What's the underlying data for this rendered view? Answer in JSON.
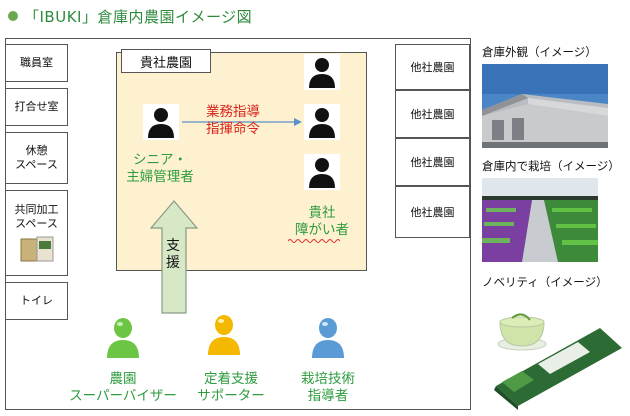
{
  "title": "「IBUKI」倉庫内農園イメージ図",
  "rooms": [
    {
      "label": "職員室"
    },
    {
      "label": "打合せ室"
    },
    {
      "label": "休憩\nスペース"
    },
    {
      "label": "共同加工\nスペース"
    },
    {
      "label": "トイレ"
    }
  ],
  "farm": {
    "label": "貴社農園"
  },
  "other_farms": [
    "他社農園",
    "他社農園",
    "他社農園",
    "他社農園"
  ],
  "roles": {
    "senior": "シニア・\n主婦管理者",
    "instruction": "業務指導\n指揮命令",
    "disabled": "貴社\n障がい者",
    "support": "支\n援"
  },
  "staff": [
    {
      "label": "農園\nスーパーバイザー",
      "color": "#6cc644"
    },
    {
      "label": "定着支援\nサポーター",
      "color": "#f5b800"
    },
    {
      "label": "栽培技術\n指導者",
      "color": "#5b9bd5"
    }
  ],
  "photos": [
    {
      "caption": "倉庫外観（イメージ）"
    },
    {
      "caption": "倉庫内で栽培（イメージ）"
    },
    {
      "caption": "ノベリティ（イメージ）"
    }
  ],
  "colors": {
    "accent_green": "#2e9b3f",
    "accent_red": "#d9241c",
    "farm_fill": "#fdf1d0",
    "arrow_fill": "#d6e8c6"
  }
}
